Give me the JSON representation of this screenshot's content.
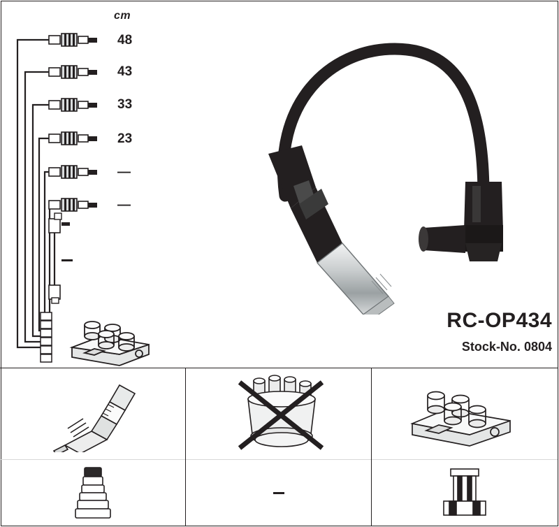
{
  "product": {
    "part_number": "RC-OP434",
    "stock_label": "Stock-No.",
    "stock_number": "0804"
  },
  "scale": {
    "unit_label": "cm",
    "lengths": [
      "48",
      "43",
      "33",
      "23",
      "—",
      "—"
    ]
  },
  "diagram": {
    "main_lead_name": "ignition-cable-main",
    "lead_set_name": "ignition-cable-set",
    "distributor_cap_name": "ignition-coil-pack"
  },
  "icon_row": {
    "cells": [
      {
        "top_icon": "spark-plug-icon",
        "bottom_icon": "rubber-boot-icon",
        "crossed_out": false
      },
      {
        "top_icon": "distributor-cap-icon",
        "bottom_icon": "dash-icon",
        "crossed_out": true
      },
      {
        "top_icon": "ignition-coil-pack-icon",
        "bottom_icon": "coil-connector-icon",
        "crossed_out": false
      }
    ]
  },
  "colors": {
    "line": "#231f20",
    "metal_light": "#d9dcdd",
    "metal_mid": "#9aa0a2",
    "fill_grey": "#e9eaea"
  }
}
